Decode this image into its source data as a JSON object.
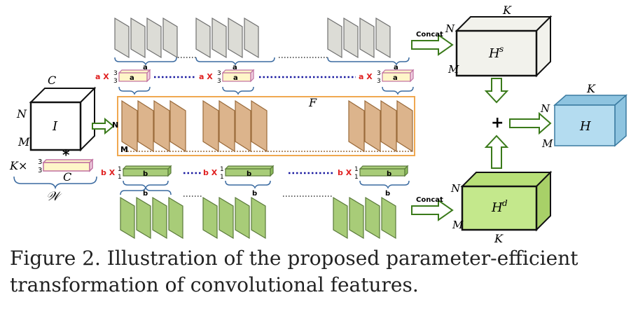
{
  "labels": {
    "input_C": "C",
    "input_N": "N",
    "input_M": "M",
    "input_I": "I",
    "star": "*",
    "kernel_prefix": "K×",
    "kernel_frac_top": "3",
    "kernel_frac_bot": "3",
    "kernel_C": "C",
    "W": "𝒲",
    "F": "F",
    "inner_N": "N",
    "inner_M": "M",
    "a": "a",
    "b": "b",
    "a_mult": "a X",
    "b_mult": "b X",
    "three": "3",
    "one": "1",
    "concat": "Concat",
    "plus": "+",
    "Hs_main": "H",
    "Hs_sup": "s",
    "Hd_main": "H",
    "Hd_sup": "d",
    "H": "H",
    "K": "K",
    "N": "N",
    "M": "M"
  },
  "caption": "Figure 2. Illustration of the proposed parameter-efficient transformation of convolutional features.",
  "colors": {
    "gray_fill": "#dcdcd6",
    "gray_stroke": "#707070",
    "orange_fill": "#dcb48c",
    "orange_stroke": "#9a6a3a",
    "orange_frame": "#f0a850",
    "green_fill": "#a8cc78",
    "green_stroke": "#5a7a3a",
    "green_dark": "#3a7a1a",
    "pink_fill": "#f0d0e0",
    "pink_stroke": "#c070a0",
    "yellow_fill": "#fff6c8",
    "blue_fill": "#a8d4ea",
    "blue_stroke": "#3a7aa0",
    "brace": "#3a6aa0",
    "red": "#e02020",
    "dots": "#1a1aa0",
    "cube_white": "#ffffff",
    "cube_gray": "#f2f2ec",
    "cube_green": "#c4e88c",
    "cube_blue": "#b4dcf0"
  }
}
